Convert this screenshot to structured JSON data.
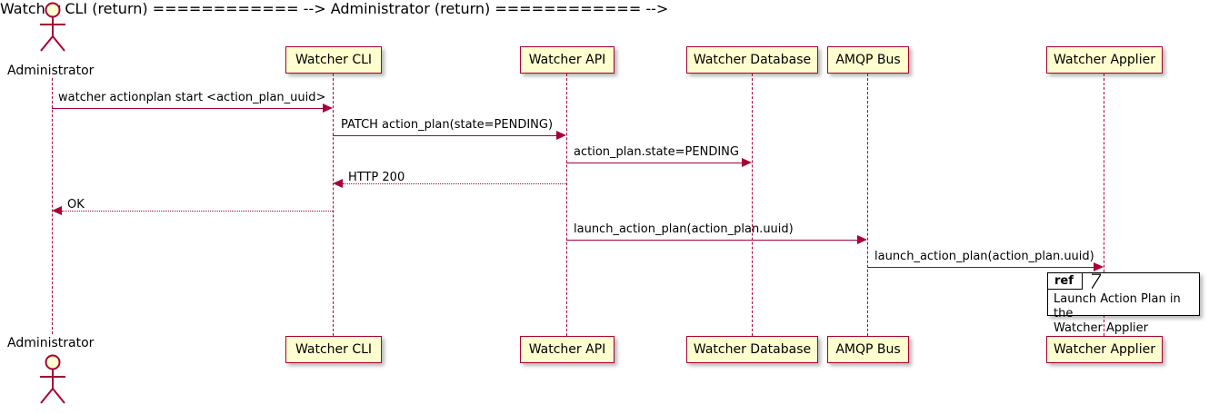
{
  "diagram": {
    "type": "uml-sequence-diagram",
    "colors": {
      "participant_fill": "#FEFECE",
      "participant_border": "#A80036",
      "lifeline": "#A80036",
      "arrow": "#A80036",
      "text": "#000000",
      "ref_border": "#000000",
      "ref_fill": "#FFFFFF",
      "background": "#FFFFFF"
    }
  },
  "participants": [
    {
      "id": "administrator",
      "label": "Administrator",
      "kind": "actor"
    },
    {
      "id": "watcher-cli",
      "label": "Watcher CLI",
      "kind": "participant"
    },
    {
      "id": "watcher-api",
      "label": "Watcher API",
      "kind": "participant"
    },
    {
      "id": "watcher-database",
      "label": "Watcher Database",
      "kind": "participant"
    },
    {
      "id": "amqp-bus",
      "label": "AMQP Bus",
      "kind": "participant"
    },
    {
      "id": "watcher-applier",
      "label": "Watcher Applier",
      "kind": "participant"
    }
  ],
  "messages": [
    {
      "index": 1,
      "from": "administrator",
      "to": "watcher-cli",
      "label": "watcher actionplan start <action_plan_uuid>",
      "style": "solid",
      "direction": "right"
    },
    {
      "index": 2,
      "from": "watcher-cli",
      "to": "watcher-api",
      "label": "PATCH action_plan(state=PENDING)",
      "style": "solid",
      "direction": "right"
    },
    {
      "index": 3,
      "from": "watcher-api",
      "to": "watcher-database",
      "label": "action_plan.state=PENDING",
      "style": "solid",
      "direction": "right"
    },
    {
      "index": 4,
      "from": "watcher-api",
      "to": "watcher-cli",
      "label": "HTTP 200",
      "style": "dotted",
      "direction": "left"
    },
    {
      "index": 5,
      "from": "watcher-cli",
      "to": "administrator",
      "label": "OK",
      "style": "dotted",
      "direction": "left"
    },
    {
      "index": 6,
      "from": "watcher-api",
      "to": "amqp-bus",
      "label": "launch_action_plan(action_plan.uuid)",
      "style": "solid",
      "direction": "right"
    },
    {
      "index": 7,
      "from": "amqp-bus",
      "to": "watcher-applier",
      "label": "launch_action_plan(action_plan.uuid)",
      "style": "solid",
      "direction": "right"
    }
  ],
  "ref_fragment": {
    "tag": "ref",
    "line1": "Launch Action Plan in the",
    "line2": "Watcher Applier"
  }
}
